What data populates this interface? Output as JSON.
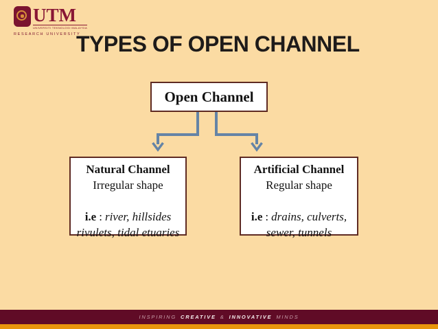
{
  "slide": {
    "title": "TYPES OF OPEN CHANNEL",
    "background_color": "#fbdba3",
    "title_color": "#1e1b1a"
  },
  "logo": {
    "acronym": "UTM",
    "university_name": "UNIVERSITI TEKNOLOGI MALAYSIA",
    "tagline": "RESEARCH UNIVERSITY",
    "brand_color": "#7b1430"
  },
  "diagram": {
    "root_label": "Open Channel",
    "children": [
      {
        "title": "Natural Channel",
        "subtitle": "Irregular shape",
        "example_prefix": "i.e",
        "example_separator": ":",
        "example_line1": "river, hillsides",
        "example_line2": "rivulets, tidal etuaries"
      },
      {
        "title": "Artificial Channel",
        "subtitle": "Regular shape",
        "example_prefix": "i.e",
        "example_separator": ":",
        "example_line1": "drains, culverts,",
        "example_line2": "sewer, tunnels"
      }
    ],
    "colors": {
      "connector": "#6584a6",
      "box_border": "#5e2a22",
      "box_fill": "#ffffff"
    }
  },
  "footer": {
    "segments": [
      {
        "text": "INSPIRING"
      },
      {
        "text": "CREATIVE"
      },
      {
        "text": "&"
      },
      {
        "text": "INNOVATIVE"
      },
      {
        "text": "MINDS"
      }
    ],
    "colors": {
      "bar": "#600b26",
      "accent_strip": "#e8950c",
      "text_dim": "#c79ca8",
      "text_bright": "#f5eded"
    }
  }
}
